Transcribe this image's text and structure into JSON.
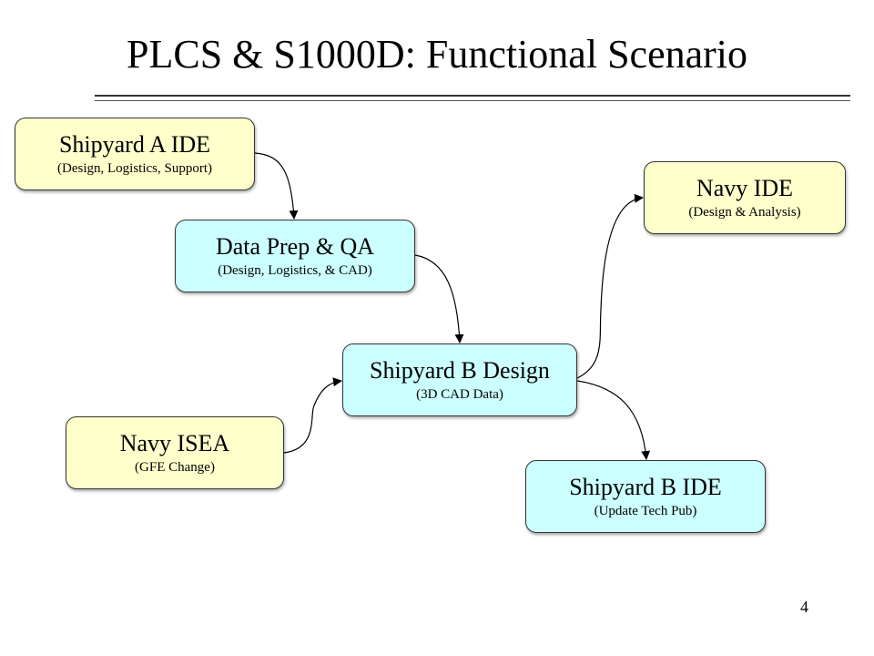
{
  "slide": {
    "title": "PLCS & S1000D: Functional Scenario",
    "page_number": "4"
  },
  "colors": {
    "yellow_box": "#ffffcc",
    "cyan_box": "#ccffff",
    "border": "#333333"
  },
  "boxes": {
    "shipyard_a_ide": {
      "title": "Shipyard A IDE",
      "subtitle": "(Design, Logistics, Support)",
      "color": "yellow"
    },
    "data_prep_qa": {
      "title": "Data Prep & QA",
      "subtitle": "(Design, Logistics, & CAD)",
      "color": "cyan"
    },
    "shipyard_b_design": {
      "title": "Shipyard B Design",
      "subtitle": "(3D CAD Data)",
      "color": "cyan"
    },
    "navy_isea": {
      "title": "Navy ISEA",
      "subtitle": "(GFE Change)",
      "color": "yellow"
    },
    "navy_ide": {
      "title": "Navy IDE",
      "subtitle": "(Design & Analysis)",
      "color": "yellow"
    },
    "shipyard_b_ide": {
      "title": "Shipyard B IDE",
      "subtitle": "(Update Tech Pub)",
      "color": "cyan"
    }
  },
  "connections": [
    {
      "from": "Shipyard A IDE",
      "to": "Data Prep & QA"
    },
    {
      "from": "Data Prep & QA",
      "to": "Shipyard B Design"
    },
    {
      "from": "Navy ISEA",
      "to": "Shipyard B Design"
    },
    {
      "from": "Shipyard B Design",
      "to": "Navy IDE"
    },
    {
      "from": "Shipyard B Design",
      "to": "Shipyard B IDE"
    }
  ]
}
